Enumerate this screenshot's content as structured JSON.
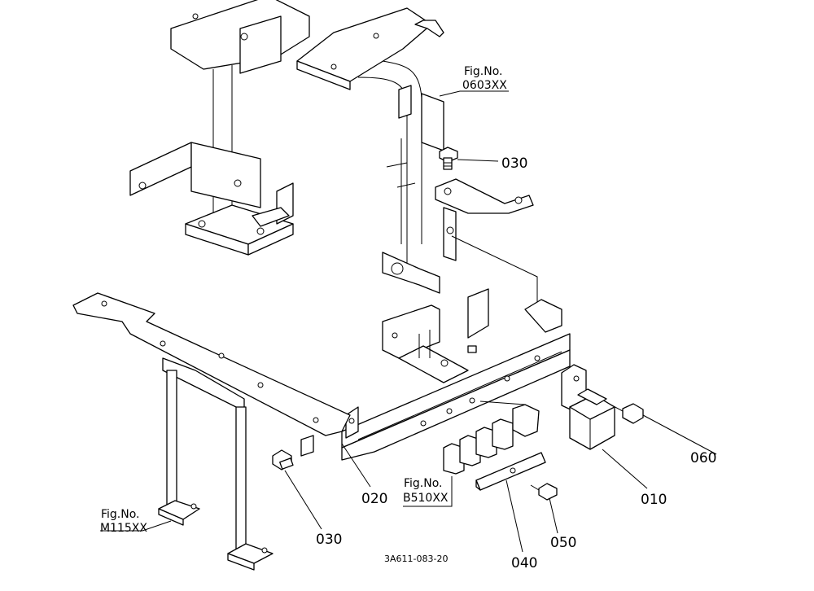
{
  "labels": {
    "p010": "010",
    "p020": "020",
    "p030_top": "030",
    "p030_bottom": "030",
    "p040": "040",
    "p050": "050",
    "p060": "060"
  },
  "refs": {
    "fig0603_a": "Fig.No.",
    "fig0603_b": "0603XX",
    "figB510_a": "Fig.No.",
    "figB510_b": "B510XX",
    "figM115_a": "Fig.No.",
    "figM115_b": "M115XX"
  },
  "drawing_code": "3A611-083-20"
}
